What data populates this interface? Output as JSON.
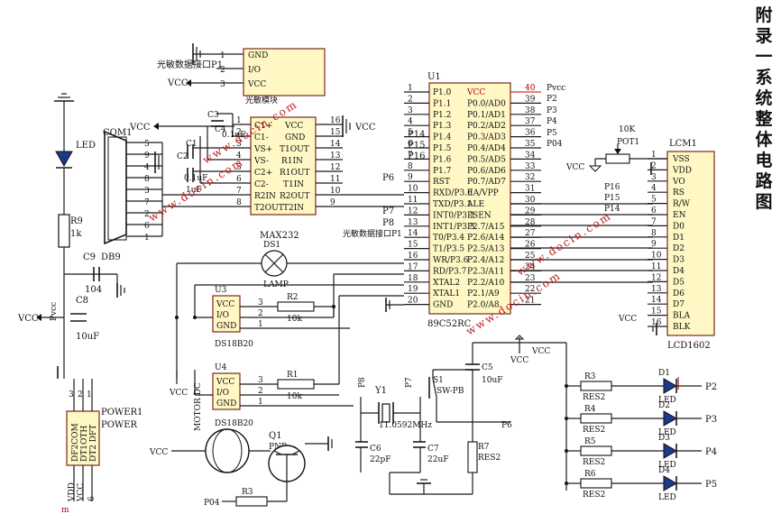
{
  "appendix_title": "附录一 系统整体电路图",
  "watermark": "www.docin.com",
  "optic_module": {
    "port_label": "光敏数据接口P1",
    "name": "光敏模块",
    "pins": [
      "1",
      "2",
      "3"
    ],
    "signals": [
      "GND",
      "I/O",
      "VCC"
    ],
    "vcc": "VCC"
  },
  "com1": {
    "name": "COM1",
    "part": "DB9",
    "vcc": "VCC",
    "pins": [
      "5",
      "9",
      "4",
      "8",
      "3",
      "7",
      "2",
      "6",
      "1"
    ]
  },
  "max232": {
    "name": "MAX232",
    "left_pins": [
      "1",
      "2",
      "3",
      "4",
      "5",
      "6",
      "7",
      "8"
    ],
    "left_sig": [
      "C1+",
      "C1-",
      "VS+",
      "VS-",
      "C2+",
      "C2-",
      "R2IN",
      "T2OUT"
    ],
    "right_pins": [
      "16",
      "15",
      "14",
      "13",
      "12",
      "11",
      "10",
      "9"
    ],
    "right_sig": [
      "VCC",
      "GND",
      "T1OUT",
      "R1IN",
      "R1OUT",
      "T1IN",
      "R2OUT",
      "T2IN"
    ],
    "vcc": "VCC",
    "caps": [
      "C1",
      "C2",
      "C3",
      "C4"
    ],
    "cap_vals": [
      "0.1uF",
      "0.1uF",
      "1uF"
    ]
  },
  "mcu": {
    "ref": "U1",
    "part": "89C52RC",
    "left_pins": [
      "1",
      "2",
      "3",
      "4",
      "5",
      "6",
      "7",
      "8",
      "9",
      "10",
      "11",
      "12",
      "13",
      "14",
      "15",
      "16",
      "17",
      "18",
      "19",
      "20"
    ],
    "left_sig": [
      "P1.0",
      "P1.1",
      "P1.2",
      "P1.3",
      "P1.4",
      "P1.5",
      "P1.6",
      "P1.7",
      "RST",
      "RXD/P3.0",
      "TXD/P3.1",
      "INT0/P3.2",
      "INT1/P3.3",
      "T0/P3.4",
      "T1/P3.5",
      "WR/P3.6",
      "RD/P3.7",
      "XTAL2",
      "XTAL1",
      "GND"
    ],
    "right_pins": [
      "40",
      "39",
      "38",
      "37",
      "36",
      "35",
      "34",
      "33",
      "32",
      "31",
      "30",
      "29",
      "28",
      "27",
      "26",
      "25",
      "24",
      "23",
      "22",
      "21"
    ],
    "right_sig": [
      "VCC",
      "P0.0/AD0",
      "P0.1/AD1",
      "P0.2/AD2",
      "P0.3/AD3",
      "P0.4/AD4",
      "P0.5/AD5",
      "P0.6/AD6",
      "P0.7/AD7",
      "EA/VPP",
      "ALE",
      "PSEN",
      "P2.7/A15",
      "P2.6/A14",
      "P2.5/A13",
      "P2.4/A12",
      "P2.3/A11",
      "P2.2/A10",
      "P2.1/A9",
      "P2.0/A8"
    ],
    "right_nets": [
      "Pvcc",
      "P2",
      "P3",
      "P4",
      "P5",
      "P04"
    ],
    "left_nets": [
      "P14",
      "P15",
      "P16",
      "P6",
      "P7",
      "P8",
      "光敏数据接口P1"
    ]
  },
  "lcd": {
    "ref": "LCM1",
    "part": "LCD1602",
    "pins": [
      "1",
      "2",
      "3",
      "4",
      "5",
      "6",
      "7",
      "8",
      "9",
      "10",
      "11",
      "12",
      "13",
      "14",
      "15",
      "16"
    ],
    "signals": [
      "VSS",
      "VDD",
      "VO",
      "RS",
      "R/W",
      "EN",
      "D0",
      "D1",
      "D2",
      "D3",
      "D4",
      "D5",
      "D6",
      "D7",
      "BLA",
      "BLK"
    ],
    "pot": "10K",
    "pot_ref": "POT1",
    "vcc": "VCC",
    "nets": [
      "P16",
      "P15",
      "P14"
    ]
  },
  "led_power": {
    "led": "LED",
    "r9": "R9",
    "r9_val": "1k",
    "c9": "C9",
    "c9_val": "104",
    "c8": "C8",
    "c8_val": "10uF",
    "pvcc": "Pvcc",
    "vcc": "VCC"
  },
  "power_conn": {
    "ref": "POWER1",
    "name": "POWER",
    "pins": [
      "3",
      "2",
      "1"
    ],
    "labels": [
      "DF2COM",
      "DT1OTH",
      "DT2 DFT"
    ],
    "bottom": [
      "VDD",
      "VCC",
      "6"
    ]
  },
  "lamp": {
    "ref": "DS1",
    "name": "LAMP"
  },
  "sensor_u3": {
    "ref": "U3",
    "part": "DS18B20",
    "signals": [
      "VCC",
      "I/O",
      "GND"
    ],
    "pins": [
      "3",
      "2",
      "1"
    ],
    "r": "R2",
    "r_val": "10k"
  },
  "sensor_u4": {
    "ref": "U4",
    "part": "DS18B20",
    "signals": [
      "VCC",
      "I/O",
      "GND"
    ],
    "pins": [
      "3",
      "2",
      "1"
    ],
    "r": "R1",
    "r_val": "10k"
  },
  "motor": {
    "label": "MOTOR DC",
    "q": "Q1",
    "q_type": "PNP",
    "r": "R3",
    "net": "P04",
    "vcc": "VCC"
  },
  "crystal": {
    "ref": "Y1",
    "val": "11.0592MHz",
    "c6": "C6",
    "c6_val": "22pF",
    "c7": "C7",
    "c7_val": "22uF",
    "p8": "P8",
    "p7": "P7"
  },
  "reset": {
    "s": "S1",
    "s_val": "SW-PB",
    "c5": "C5",
    "c5_val": "10uF",
    "r7": "R7",
    "r7_val": "RES2",
    "net": "P6",
    "vcc": "VCC"
  },
  "leds": {
    "vcc": "VCC",
    "items": [
      {
        "r": "R3",
        "r_val": "RES2",
        "d": "D1",
        "d_val": "LED",
        "p": "P2"
      },
      {
        "r": "R4",
        "r_val": "RES2",
        "d": "D2",
        "d_val": "LED",
        "p": "P3"
      },
      {
        "r": "R5",
        "r_val": "RES2",
        "d": "D3",
        "d_val": "LED",
        "p": "P4"
      },
      {
        "r": "R6",
        "r_val": "RES2",
        "d": "D4",
        "d_val": "LED",
        "p": "P5"
      }
    ]
  }
}
